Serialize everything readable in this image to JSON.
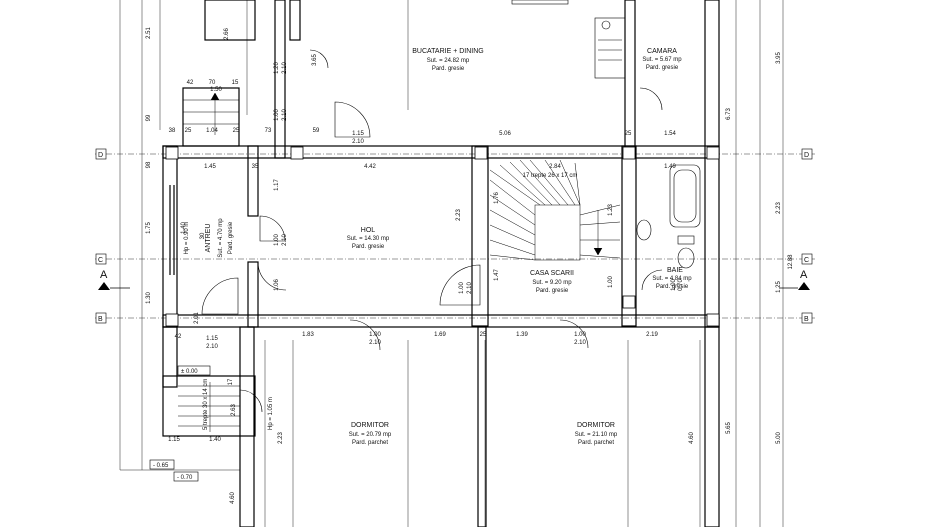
{
  "rooms": {
    "kitchen": {
      "name": "BUCATARIE + DINING",
      "area": "Sut. = 24.82 mp",
      "floor": "Pard. gresie"
    },
    "pantry": {
      "name": "CAMARA",
      "area": "Sut. = 5.67 mp",
      "floor": "Pard. gresie"
    },
    "hall": {
      "name": "HOL",
      "area": "Sut. = 14.30 mp",
      "floor": "Pard. gresie"
    },
    "entry": {
      "name": "ANTREU",
      "area": "Sut. = 4.70 mp",
      "floor": "Pard. gresie",
      "height": "Hp = 0.90 m"
    },
    "stair": {
      "name": "CASA SCARII",
      "area": "Sut. = 9.20 mp",
      "floor": "Pard. gresie",
      "steps": "17 trepte 26 x 17 cm"
    },
    "bath": {
      "name": "BAIE",
      "area": "Sut. = 4.84 mp",
      "floor": "Pard. gresie"
    },
    "bed1": {
      "name": "DORMITOR",
      "area": "Sut. = 20.79 mp",
      "floor": "Pard. parchet"
    },
    "bed2": {
      "name": "DORMITOR",
      "area": "Sut. = 21.10 mp",
      "floor": "Pard. parchet"
    }
  },
  "grid": {
    "d": "D",
    "c": "C",
    "b": "B",
    "section": "A"
  },
  "levels": [
    "± 0.00",
    "- 0.65",
    "- 0.70"
  ],
  "outer_stair": {
    "steps": "5 trepte 30 x 14 cm",
    "height": "Hp = 1.05 m"
  },
  "dims": {
    "top_chain": [
      "38",
      "25",
      "1.04",
      "25",
      "73",
      "59",
      "1.15",
      "2.10",
      "5.06",
      "25",
      "1.54"
    ],
    "d_line": [
      "1.45",
      "35",
      "4.42",
      "2.84",
      "1.49"
    ],
    "b_line": [
      "1.15",
      "2.10",
      "1.83",
      "1.00",
      "2.10",
      "1.69",
      "25",
      "1.39",
      "1.00",
      "2.10",
      "2.19"
    ],
    "left": [
      "2.51",
      "99",
      "98",
      "1.75",
      "1.40",
      "1.30",
      "42"
    ],
    "right": [
      "3.95",
      "6.73",
      "2.23",
      "12.88",
      "1.25",
      "5.65",
      "5.00"
    ],
    "misc": [
      "2.66",
      "1.20",
      "2.10",
      "3.65",
      "70",
      "1.50",
      "42",
      "15",
      "1.00",
      "2.10",
      "1.17",
      "1.00",
      "2.10",
      "1.06",
      "2.23",
      "1.76",
      "1.47",
      "1.00",
      "2.10",
      "1.00",
      "1.23",
      "2.23",
      "4.60",
      "4.60",
      "2.63",
      "1.15",
      "1.40",
      "30",
      "2.01",
      "1.00",
      "0.70",
      "17"
    ]
  }
}
